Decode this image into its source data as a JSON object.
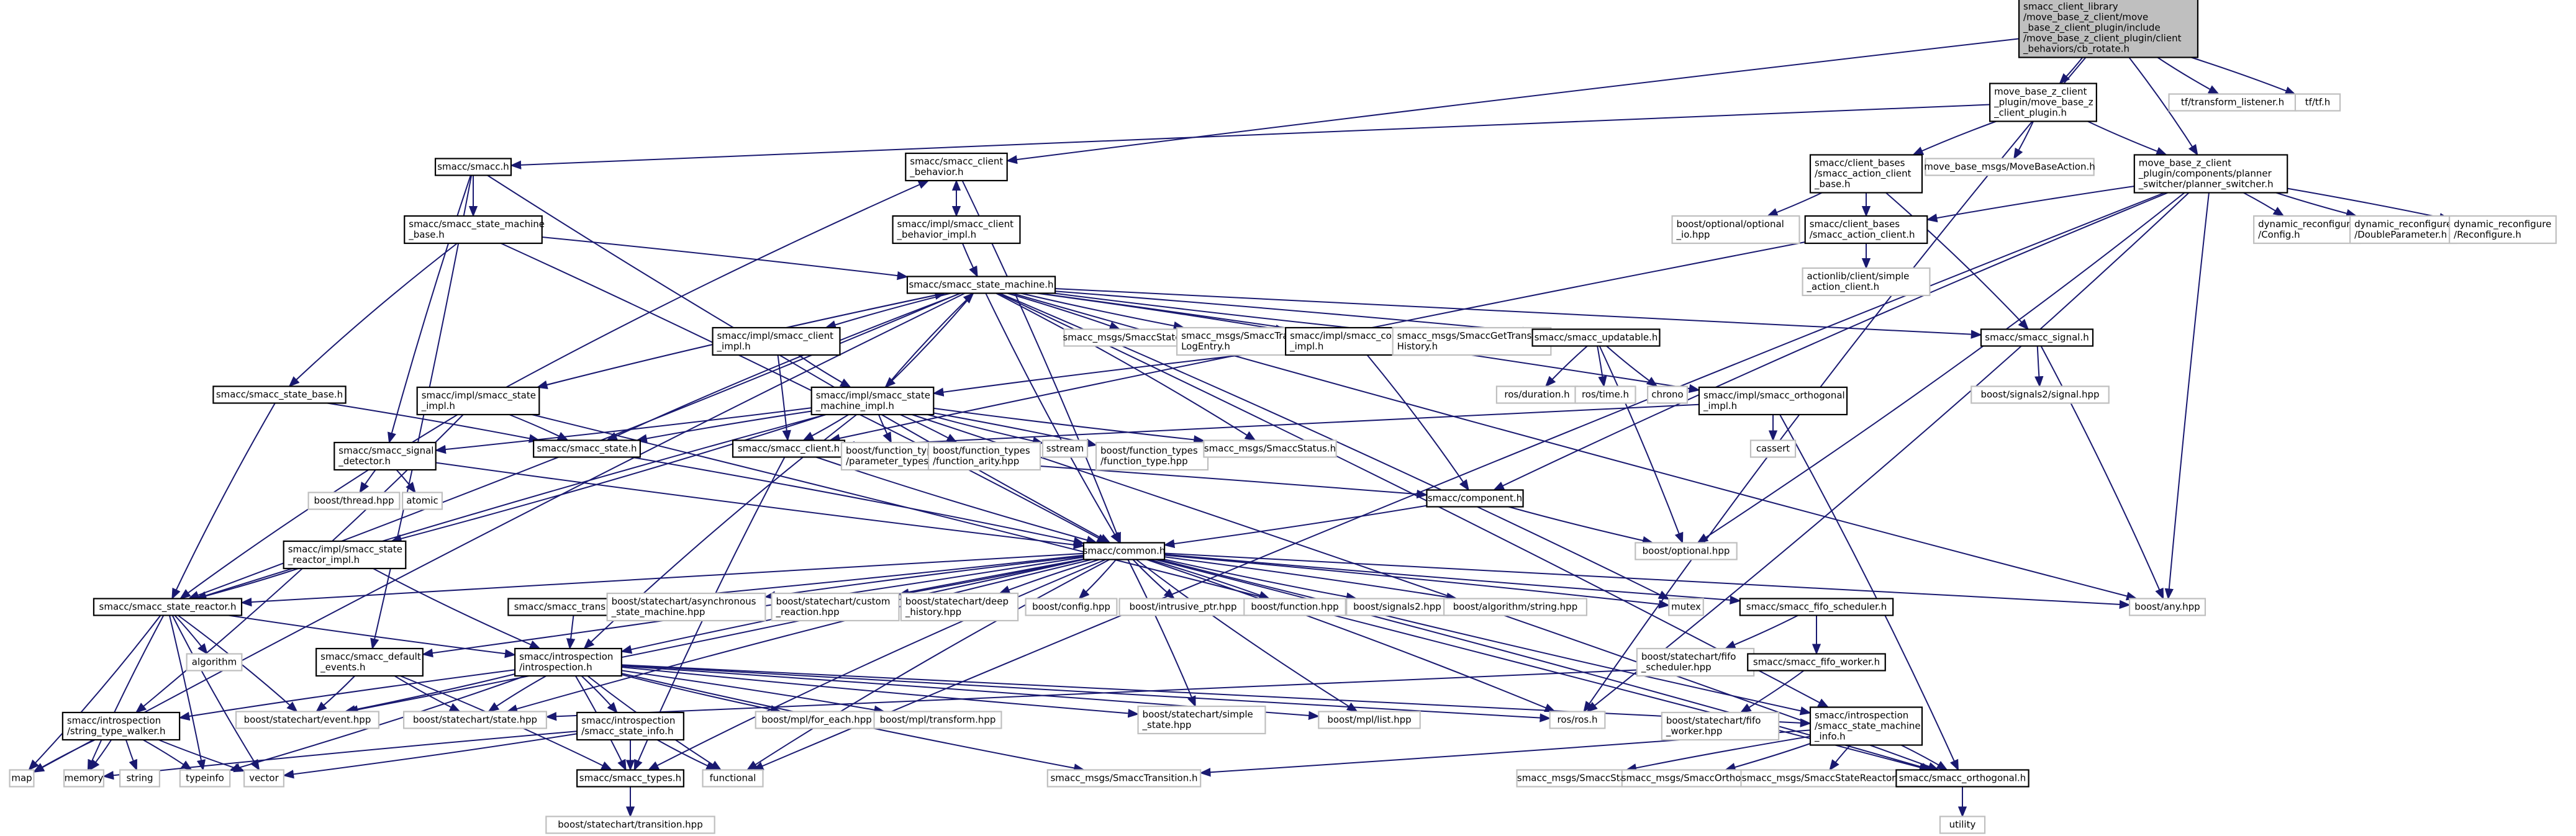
{
  "nodes": [
    {
      "id": "root",
      "lines": [
        "smacc_client_library",
        "/move_base_z_client/move",
        "_base_z_client_plugin/include",
        "/move_base_z_client_plugin/client",
        "_behaviors/cb_rotate.h"
      ],
      "kind": "root"
    },
    {
      "id": "plugin",
      "lines": [
        "move_base_z_client",
        "_plugin/move_base_z",
        "_client_plugin.h"
      ],
      "kind": "int"
    },
    {
      "id": "tf_listener",
      "lines": [
        "tf/transform_listener.h"
      ],
      "kind": "ext"
    },
    {
      "id": "tf",
      "lines": [
        "tf/tf.h"
      ],
      "kind": "ext"
    },
    {
      "id": "smacc",
      "lines": [
        "smacc/smacc.h"
      ],
      "kind": "int"
    },
    {
      "id": "cb_h",
      "lines": [
        "smacc/smacc_client",
        "_behavior.h"
      ],
      "kind": "int"
    },
    {
      "id": "action_base",
      "lines": [
        "smacc/client_bases",
        "/smacc_action_client",
        "_base.h"
      ],
      "kind": "int"
    },
    {
      "id": "movebaseaction",
      "lines": [
        "move_base_msgs/MoveBaseAction.h"
      ],
      "kind": "ext"
    },
    {
      "id": "planner",
      "lines": [
        "move_base_z_client",
        "_plugin/components/planner",
        "_switcher/planner_switcher.h"
      ],
      "kind": "int"
    },
    {
      "id": "sm_base",
      "lines": [
        "smacc/smacc_state_machine",
        "_base.h"
      ],
      "kind": "int"
    },
    {
      "id": "cb_impl",
      "lines": [
        "smacc/impl/smacc_client",
        "_behavior_impl.h"
      ],
      "kind": "int"
    },
    {
      "id": "optional_io",
      "lines": [
        "boost/optional/optional",
        "_io.hpp"
      ],
      "kind": "ext"
    },
    {
      "id": "action_client",
      "lines": [
        "smacc/client_bases",
        "/smacc_action_client.h"
      ],
      "kind": "int"
    },
    {
      "id": "dr_config",
      "lines": [
        "dynamic_reconfigure",
        "/Config.h"
      ],
      "kind": "ext"
    },
    {
      "id": "dr_double",
      "lines": [
        "dynamic_reconfigure",
        "/DoubleParameter.h"
      ],
      "kind": "ext"
    },
    {
      "id": "dr_reconf",
      "lines": [
        "dynamic_reconfigure",
        "/Reconfigure.h"
      ],
      "kind": "ext"
    },
    {
      "id": "simple_ac",
      "lines": [
        "actionlib/client/simple",
        "_action_client.h"
      ],
      "kind": "ext"
    },
    {
      "id": "sm_h",
      "lines": [
        "smacc/smacc_state_machine.h"
      ],
      "kind": "int"
    },
    {
      "id": "client_impl",
      "lines": [
        "smacc/impl/smacc_client",
        "_impl.h"
      ],
      "kind": "int"
    },
    {
      "id": "sm_msg",
      "lines": [
        "smacc_msgs/SmaccStateMachine.h"
      ],
      "kind": "ext"
    },
    {
      "id": "trans_log",
      "lines": [
        "smacc_msgs/SmaccTransition",
        "LogEntry.h"
      ],
      "kind": "ext"
    },
    {
      "id": "comp_impl",
      "lines": [
        "smacc/impl/smacc_component",
        "_impl.h"
      ],
      "kind": "int"
    },
    {
      "id": "get_trans",
      "lines": [
        "smacc_msgs/SmaccGetTransition",
        "History.h"
      ],
      "kind": "ext"
    },
    {
      "id": "updatable",
      "lines": [
        "smacc/smacc_updatable.h"
      ],
      "kind": "int"
    },
    {
      "id": "signal",
      "lines": [
        "smacc/smacc_signal.h"
      ],
      "kind": "int"
    },
    {
      "id": "state_base",
      "lines": [
        "smacc/smacc_state_base.h"
      ],
      "kind": "int"
    },
    {
      "id": "state_impl",
      "lines": [
        "smacc/impl/smacc_state",
        "_impl.h"
      ],
      "kind": "int"
    },
    {
      "id": "sm_impl",
      "lines": [
        "smacc/impl/smacc_state",
        "_machine_impl.h"
      ],
      "kind": "int"
    },
    {
      "id": "ros_duration",
      "lines": [
        "ros/duration.h"
      ],
      "kind": "ext"
    },
    {
      "id": "ros_time",
      "lines": [
        "ros/time.h"
      ],
      "kind": "ext"
    },
    {
      "id": "chrono",
      "lines": [
        "chrono"
      ],
      "kind": "ext"
    },
    {
      "id": "orth_impl",
      "lines": [
        "smacc/impl/smacc_orthogonal",
        "_impl.h"
      ],
      "kind": "int"
    },
    {
      "id": "signals2_signal",
      "lines": [
        "boost/signals2/signal.hpp"
      ],
      "kind": "ext"
    },
    {
      "id": "signal_detector",
      "lines": [
        "smacc/smacc_signal",
        "_detector.h"
      ],
      "kind": "int"
    },
    {
      "id": "state_h",
      "lines": [
        "smacc/smacc_state.h"
      ],
      "kind": "int"
    },
    {
      "id": "client_h",
      "lines": [
        "smacc/smacc_client.h"
      ],
      "kind": "int"
    },
    {
      "id": "ft_param",
      "lines": [
        "boost/function_types",
        "/parameter_types.hpp"
      ],
      "kind": "ext"
    },
    {
      "id": "ft_arity",
      "lines": [
        "boost/function_types",
        "/function_arity.hpp"
      ],
      "kind": "ext"
    },
    {
      "id": "sstream",
      "lines": [
        "sstream"
      ],
      "kind": "ext"
    },
    {
      "id": "ft_type",
      "lines": [
        "boost/function_types",
        "/function_type.hpp"
      ],
      "kind": "ext"
    },
    {
      "id": "status",
      "lines": [
        "smacc_msgs/SmaccStatus.h"
      ],
      "kind": "ext"
    },
    {
      "id": "cassert",
      "lines": [
        "cassert"
      ],
      "kind": "ext"
    },
    {
      "id": "thread",
      "lines": [
        "boost/thread.hpp"
      ],
      "kind": "ext"
    },
    {
      "id": "atomic",
      "lines": [
        "atomic"
      ],
      "kind": "ext"
    },
    {
      "id": "component",
      "lines": [
        "smacc/component.h"
      ],
      "kind": "int"
    },
    {
      "id": "optional",
      "lines": [
        "boost/optional.hpp"
      ],
      "kind": "ext"
    },
    {
      "id": "reactor_impl",
      "lines": [
        "smacc/impl/smacc_state",
        "_reactor_impl.h"
      ],
      "kind": "int"
    },
    {
      "id": "common",
      "lines": [
        "smacc/common.h"
      ],
      "kind": "int"
    },
    {
      "id": "reactor",
      "lines": [
        "smacc/smacc_state_reactor.h"
      ],
      "kind": "int"
    },
    {
      "id": "transition",
      "lines": [
        "smacc/smacc_transition.h"
      ],
      "kind": "int"
    },
    {
      "id": "async_sm",
      "lines": [
        "boost/statechart/asynchronous",
        "_state_machine.hpp"
      ],
      "kind": "ext"
    },
    {
      "id": "custom_reaction",
      "lines": [
        "boost/statechart/custom",
        "_reaction.hpp"
      ],
      "kind": "ext"
    },
    {
      "id": "deep_history",
      "lines": [
        "boost/statechart/deep",
        "_history.hpp"
      ],
      "kind": "ext"
    },
    {
      "id": "config",
      "lines": [
        "boost/config.hpp"
      ],
      "kind": "ext"
    },
    {
      "id": "intrusive",
      "lines": [
        "boost/intrusive_ptr.hpp"
      ],
      "kind": "ext"
    },
    {
      "id": "function",
      "lines": [
        "boost/function.hpp"
      ],
      "kind": "ext"
    },
    {
      "id": "signals2",
      "lines": [
        "boost/signals2.hpp"
      ],
      "kind": "ext"
    },
    {
      "id": "algo_string",
      "lines": [
        "boost/algorithm/string.hpp"
      ],
      "kind": "ext"
    },
    {
      "id": "fifo_sched",
      "lines": [
        "smacc/smacc_fifo_scheduler.h"
      ],
      "kind": "int"
    },
    {
      "id": "mutex",
      "lines": [
        "mutex"
      ],
      "kind": "ext"
    },
    {
      "id": "any",
      "lines": [
        "boost/any.hpp"
      ],
      "kind": "ext"
    },
    {
      "id": "algorithm",
      "lines": [
        "algorithm"
      ],
      "kind": "ext"
    },
    {
      "id": "default_events",
      "lines": [
        "smacc/smacc_default",
        "_events.h"
      ],
      "kind": "int"
    },
    {
      "id": "introspection",
      "lines": [
        "smacc/introspection",
        "/introspection.h"
      ],
      "kind": "int"
    },
    {
      "id": "sc_fifo_sched",
      "lines": [
        "boost/statechart/fifo",
        "_scheduler.hpp"
      ],
      "kind": "ext"
    },
    {
      "id": "fifo_worker",
      "lines": [
        "smacc/smacc_fifo_worker.h"
      ],
      "kind": "int"
    },
    {
      "id": "walker",
      "lines": [
        "smacc/introspection",
        "/string_type_walker.h"
      ],
      "kind": "int"
    },
    {
      "id": "event",
      "lines": [
        "boost/statechart/event.hpp"
      ],
      "kind": "ext"
    },
    {
      "id": "sc_state",
      "lines": [
        "boost/statechart/state.hpp"
      ],
      "kind": "ext"
    },
    {
      "id": "state_info",
      "lines": [
        "smacc/introspection",
        "/smacc_state_info.h"
      ],
      "kind": "int"
    },
    {
      "id": "for_each",
      "lines": [
        "boost/mpl/for_each.hpp"
      ],
      "kind": "ext"
    },
    {
      "id": "transform",
      "lines": [
        "boost/mpl/transform.hpp"
      ],
      "kind": "ext"
    },
    {
      "id": "simple_state",
      "lines": [
        "boost/statechart/simple",
        "_state.hpp"
      ],
      "kind": "ext"
    },
    {
      "id": "mpl_list",
      "lines": [
        "boost/mpl/list.hpp"
      ],
      "kind": "ext"
    },
    {
      "id": "ros_h",
      "lines": [
        "ros/ros.h"
      ],
      "kind": "ext"
    },
    {
      "id": "sc_fifo_worker",
      "lines": [
        "boost/statechart/fifo",
        "_worker.hpp"
      ],
      "kind": "ext"
    },
    {
      "id": "sm_info",
      "lines": [
        "smacc/introspection",
        "/smacc_state_machine",
        "_info.h"
      ],
      "kind": "int"
    },
    {
      "id": "map",
      "lines": [
        "map"
      ],
      "kind": "ext"
    },
    {
      "id": "memory",
      "lines": [
        "memory"
      ],
      "kind": "ext"
    },
    {
      "id": "string",
      "lines": [
        "string"
      ],
      "kind": "ext"
    },
    {
      "id": "typeinfo",
      "lines": [
        "typeinfo"
      ],
      "kind": "ext"
    },
    {
      "id": "vector",
      "lines": [
        "vector"
      ],
      "kind": "ext"
    },
    {
      "id": "types",
      "lines": [
        "smacc/smacc_types.h"
      ],
      "kind": "int"
    },
    {
      "id": "functional",
      "lines": [
        "functional"
      ],
      "kind": "ext"
    },
    {
      "id": "transition_msg",
      "lines": [
        "smacc_msgs/SmaccTransition.h"
      ],
      "kind": "ext"
    },
    {
      "id": "state_msg",
      "lines": [
        "smacc_msgs/SmaccState.h"
      ],
      "kind": "ext"
    },
    {
      "id": "orth_msg",
      "lines": [
        "smacc_msgs/SmaccOrthogonal.h"
      ],
      "kind": "ext"
    },
    {
      "id": "reactor_msg",
      "lines": [
        "smacc_msgs/SmaccStateReactor.h"
      ],
      "kind": "ext"
    },
    {
      "id": "orthogonal",
      "lines": [
        "smacc/smacc_orthogonal.h"
      ],
      "kind": "int"
    },
    {
      "id": "transition_hpp",
      "lines": [
        "boost/statechart/transition.hpp"
      ],
      "kind": "ext"
    },
    {
      "id": "utility",
      "lines": [
        "utility"
      ],
      "kind": "ext"
    }
  ],
  "edges": [
    [
      "root",
      "plugin"
    ],
    [
      "root",
      "tf_listener"
    ],
    [
      "root",
      "tf"
    ],
    [
      "root",
      "cb_h"
    ],
    [
      "root",
      "planner"
    ],
    [
      "root",
      "ros_h"
    ],
    [
      "plugin",
      "smacc"
    ],
    [
      "plugin",
      "action_base"
    ],
    [
      "plugin",
      "movebaseaction"
    ],
    [
      "plugin",
      "planner"
    ],
    [
      "smacc",
      "sm_base"
    ],
    [
      "smacc",
      "signal_detector"
    ],
    [
      "smacc",
      "default_events"
    ],
    [
      "smacc",
      "common"
    ],
    [
      "cb_h",
      "cb_impl"
    ],
    [
      "cb_impl",
      "cb_h"
    ],
    [
      "cb_h",
      "common"
    ],
    [
      "cb_impl",
      "sm_h"
    ],
    [
      "action_base",
      "optional_io"
    ],
    [
      "action_base",
      "action_client"
    ],
    [
      "action_base",
      "signal"
    ],
    [
      "planner",
      "action_client"
    ],
    [
      "planner",
      "dr_config"
    ],
    [
      "planner",
      "dr_double"
    ],
    [
      "planner",
      "dr_reconf"
    ],
    [
      "planner",
      "component"
    ],
    [
      "planner",
      "optional"
    ],
    [
      "planner",
      "functional"
    ],
    [
      "planner",
      "ros_h"
    ],
    [
      "planner",
      "any"
    ],
    [
      "action_client",
      "simple_ac"
    ],
    [
      "action_client",
      "client_h"
    ],
    [
      "sm_base",
      "sm_h"
    ],
    [
      "sm_base",
      "state_base"
    ],
    [
      "sm_base",
      "common"
    ],
    [
      "sm_h",
      "client_impl"
    ],
    [
      "sm_h",
      "sm_msg"
    ],
    [
      "sm_h",
      "trans_log"
    ],
    [
      "sm_h",
      "comp_impl"
    ],
    [
      "sm_h",
      "get_trans"
    ],
    [
      "sm_h",
      "updatable"
    ],
    [
      "sm_h",
      "signal"
    ],
    [
      "sm_h",
      "orth_impl"
    ],
    [
      "sm_h",
      "state_impl"
    ],
    [
      "sm_h",
      "sm_impl"
    ],
    [
      "sm_h",
      "state_h"
    ],
    [
      "sm_h",
      "reactor"
    ],
    [
      "sm_h",
      "common"
    ],
    [
      "sm_h",
      "status"
    ],
    [
      "sm_h",
      "map"
    ],
    [
      "sm_h",
      "mutex"
    ],
    [
      "sm_h",
      "any"
    ],
    [
      "sm_h",
      "sm_info"
    ],
    [
      "client_impl",
      "sm_impl"
    ],
    [
      "client_impl",
      "client_h"
    ],
    [
      "comp_impl",
      "sm_impl"
    ],
    [
      "comp_impl",
      "component"
    ],
    [
      "updatable",
      "ros_duration"
    ],
    [
      "updatable",
      "ros_time"
    ],
    [
      "updatable",
      "chrono"
    ],
    [
      "updatable",
      "optional"
    ],
    [
      "signal",
      "signals2_signal"
    ],
    [
      "signal",
      "any"
    ],
    [
      "state_base",
      "reactor"
    ],
    [
      "state_base",
      "state_h"
    ],
    [
      "state_impl",
      "sm_h"
    ],
    [
      "state_impl",
      "state_h"
    ],
    [
      "state_impl",
      "reactor"
    ],
    [
      "state_impl",
      "walker"
    ],
    [
      "state_impl",
      "cb_h"
    ],
    [
      "state_impl",
      "orthogonal"
    ],
    [
      "sm_impl",
      "sm_h"
    ],
    [
      "sm_impl",
      "signal_detector"
    ],
    [
      "sm_impl",
      "state_h"
    ],
    [
      "sm_impl",
      "client_h"
    ],
    [
      "sm_impl",
      "ft_param"
    ],
    [
      "sm_impl",
      "ft_arity"
    ],
    [
      "sm_impl",
      "sstream"
    ],
    [
      "sm_impl",
      "ft_type"
    ],
    [
      "sm_impl",
      "status"
    ],
    [
      "sm_impl",
      "reactor_impl"
    ],
    [
      "sm_impl",
      "introspection"
    ],
    [
      "sm_impl",
      "orthogonal"
    ],
    [
      "sm_impl",
      "reactor"
    ],
    [
      "orth_impl",
      "client_h"
    ],
    [
      "orth_impl",
      "cassert"
    ],
    [
      "orth_impl",
      "orthogonal"
    ],
    [
      "signal_detector",
      "thread"
    ],
    [
      "signal_detector",
      "atomic"
    ],
    [
      "signal_detector",
      "common"
    ],
    [
      "state_h",
      "common"
    ],
    [
      "client_h",
      "common"
    ],
    [
      "client_h",
      "component"
    ],
    [
      "client_h",
      "types"
    ],
    [
      "component",
      "common"
    ],
    [
      "component",
      "optional"
    ],
    [
      "reactor_impl",
      "reactor"
    ],
    [
      "reactor_impl",
      "introspection"
    ],
    [
      "common",
      "transition"
    ],
    [
      "common",
      "async_sm"
    ],
    [
      "common",
      "custom_reaction"
    ],
    [
      "common",
      "deep_history"
    ],
    [
      "common",
      "config"
    ],
    [
      "common",
      "intrusive"
    ],
    [
      "common",
      "function"
    ],
    [
      "common",
      "signals2"
    ],
    [
      "common",
      "algo_string"
    ],
    [
      "common",
      "fifo_sched"
    ],
    [
      "common",
      "mutex"
    ],
    [
      "common",
      "any"
    ],
    [
      "common",
      "default_events"
    ],
    [
      "common",
      "introspection"
    ],
    [
      "common",
      "event"
    ],
    [
      "common",
      "sc_state"
    ],
    [
      "common",
      "simple_state"
    ],
    [
      "common",
      "mpl_list"
    ],
    [
      "common",
      "ros_h"
    ],
    [
      "common",
      "types"
    ],
    [
      "common",
      "reactor"
    ],
    [
      "common",
      "sm_info"
    ],
    [
      "common",
      "orthogonal"
    ],
    [
      "common",
      "functional"
    ],
    [
      "reactor",
      "algorithm"
    ],
    [
      "reactor",
      "introspection"
    ],
    [
      "reactor",
      "map"
    ],
    [
      "reactor",
      "memory"
    ],
    [
      "reactor",
      "typeinfo"
    ],
    [
      "reactor",
      "vector"
    ],
    [
      "reactor",
      "event"
    ],
    [
      "transition",
      "introspection"
    ],
    [
      "fifo_sched",
      "sc_fifo_sched"
    ],
    [
      "fifo_sched",
      "fifo_worker"
    ],
    [
      "fifo_worker",
      "sc_fifo_worker"
    ],
    [
      "fifo_worker",
      "sc_state"
    ],
    [
      "default_events",
      "event"
    ],
    [
      "default_events",
      "sc_state"
    ],
    [
      "default_events",
      "types"
    ],
    [
      "introspection",
      "walker"
    ],
    [
      "introspection",
      "event"
    ],
    [
      "introspection",
      "sc_state"
    ],
    [
      "introspection",
      "state_info"
    ],
    [
      "introspection",
      "for_each"
    ],
    [
      "introspection",
      "transform"
    ],
    [
      "introspection",
      "simple_state"
    ],
    [
      "introspection",
      "mpl_list"
    ],
    [
      "introspection",
      "ros_h"
    ],
    [
      "introspection",
      "types"
    ],
    [
      "introspection",
      "transition_msg"
    ],
    [
      "introspection",
      "sm_info"
    ],
    [
      "introspection",
      "functional"
    ],
    [
      "introspection",
      "typeinfo"
    ],
    [
      "walker",
      "map"
    ],
    [
      "walker",
      "memory"
    ],
    [
      "walker",
      "string"
    ],
    [
      "walker",
      "typeinfo"
    ],
    [
      "walker",
      "vector"
    ],
    [
      "state_info",
      "types"
    ],
    [
      "state_info",
      "memory"
    ],
    [
      "state_info",
      "vector"
    ],
    [
      "state_info",
      "functional"
    ],
    [
      "sm_info",
      "transition_msg"
    ],
    [
      "sm_info",
      "state_msg"
    ],
    [
      "sm_info",
      "orth_msg"
    ],
    [
      "sm_info",
      "reactor_msg"
    ],
    [
      "sm_info",
      "orthogonal"
    ],
    [
      "types",
      "transition_hpp"
    ],
    [
      "orthogonal",
      "utility"
    ]
  ]
}
